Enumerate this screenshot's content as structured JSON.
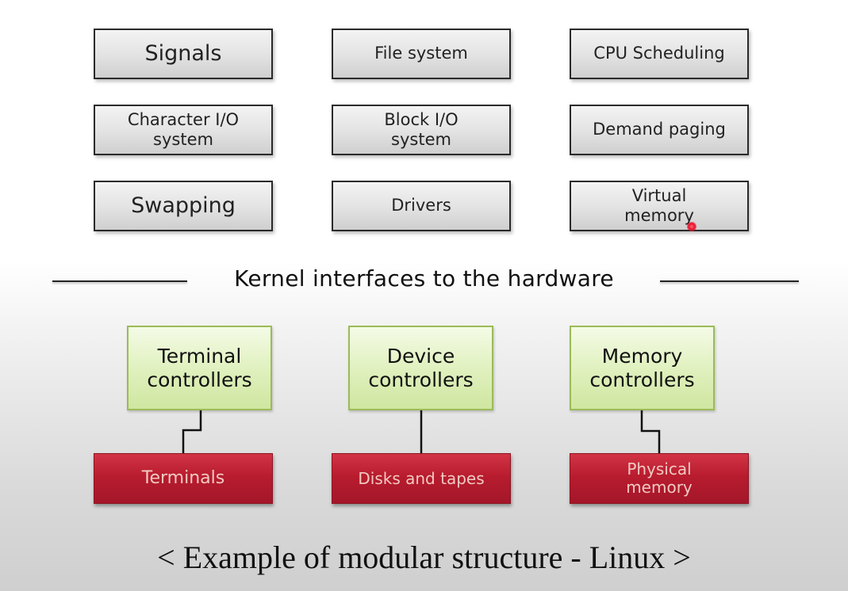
{
  "kernel_modules": [
    {
      "label": "Signals"
    },
    {
      "label": "File system"
    },
    {
      "label": "CPU Scheduling"
    },
    {
      "label": "Character I/O system"
    },
    {
      "label": "Block I/O system"
    },
    {
      "label": "Demand paging"
    },
    {
      "label": "Swapping"
    },
    {
      "label": "Drivers"
    },
    {
      "label": "Virtual memory"
    }
  ],
  "divider_label": "Kernel interfaces to the hardware",
  "controllers": [
    {
      "label": "Terminal controllers"
    },
    {
      "label": "Device controllers"
    },
    {
      "label": "Memory controllers"
    }
  ],
  "hardware": [
    {
      "label": "Terminals"
    },
    {
      "label": "Disks and tapes"
    },
    {
      "label": "Physical memory"
    }
  ],
  "caption": "< Example of modular structure - Linux >",
  "colors": {
    "module_fill": "#e4e4e4",
    "controller_fill": "#dff0bc",
    "controller_border": "#9bbb59",
    "hardware_fill": "#b81c2e",
    "hardware_text": "#f2c9c2",
    "pointer": "#e8102a"
  }
}
